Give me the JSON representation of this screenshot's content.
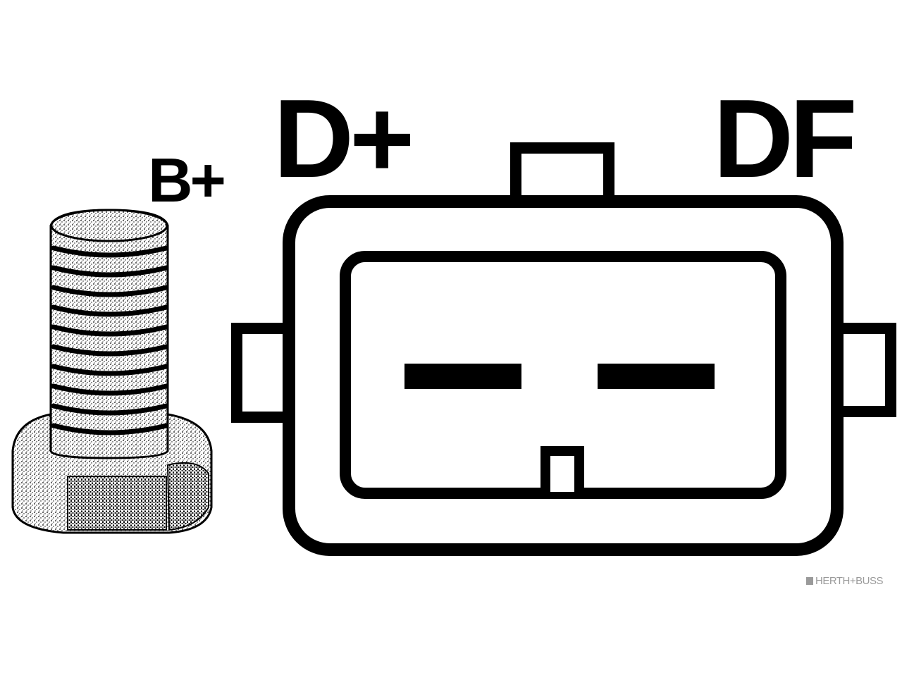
{
  "terminals": {
    "b_plus": "B+",
    "d_plus": "D+",
    "df": "DF"
  },
  "watermark": {
    "text": "HERTH+BUSS"
  },
  "colors": {
    "ink": "#000000",
    "paper": "#ffffff",
    "watermark": "#9a9a9a"
  }
}
